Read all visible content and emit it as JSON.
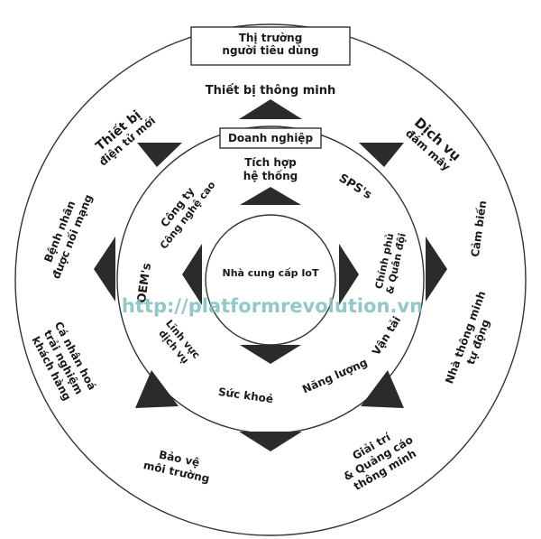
{
  "center": {
    "label": "Nhà cung cấp IoT"
  },
  "middle_ring": {
    "top_tab": "Doanh nghiệp",
    "items": [
      {
        "id": "tich-hop",
        "line1": "Tích hợp",
        "line2": "hệ thống"
      },
      {
        "id": "sps",
        "line1": "SPS's",
        "line2": ""
      },
      {
        "id": "chinh-phu",
        "line1": "Chính phủ",
        "line2": "& Quân đội"
      },
      {
        "id": "van-tai",
        "line1": "Vận tải",
        "line2": ""
      },
      {
        "id": "nang-luong",
        "line1": "Năng lượng",
        "line2": ""
      },
      {
        "id": "suc-khoe",
        "line1": "Sức khoẻ",
        "line2": ""
      },
      {
        "id": "linh-vuc",
        "line1": "Lĩnh vực",
        "line2": "dịch vụ"
      },
      {
        "id": "oems",
        "line1": "OEM's",
        "line2": ""
      },
      {
        "id": "cong-ty",
        "line1": "Công ty",
        "line2": "Công nghệ cao"
      }
    ]
  },
  "outer_ring": {
    "top_tab": {
      "line1": "Thị trường",
      "line2": "người tiêu dùng"
    },
    "items": [
      {
        "id": "thiet-bi-thong-minh",
        "line1": "Thiết bị thông minh",
        "line2": "",
        "line3": ""
      },
      {
        "id": "dich-vu-dam-may",
        "line1": "Dịch vụ",
        "line2": "đám mây",
        "line3": ""
      },
      {
        "id": "cam-bien",
        "line1": "Cảm biến",
        "line2": "",
        "line3": ""
      },
      {
        "id": "nha-thong-minh",
        "line1": "Nhà thông minh",
        "line2": "tự động",
        "line3": ""
      },
      {
        "id": "giai-tri",
        "line1": "Giải trí",
        "line2": "& Quảng cáo",
        "line3": "thông minh"
      },
      {
        "id": "bao-ve",
        "line1": "Bảo vệ",
        "line2": "môi trường",
        "line3": ""
      },
      {
        "id": "ca-nhan-hoa",
        "line1": "Cá nhân hoá",
        "line2": "trải nghiệm",
        "line3": "khách hàng"
      },
      {
        "id": "benh-nhan",
        "line1": "Bệnh nhân",
        "line2": "được nối mạng",
        "line3": ""
      },
      {
        "id": "thiet-bi-dien-tu",
        "line1": "Thiết bị",
        "line2": "điện tử mới",
        "line3": ""
      }
    ]
  },
  "watermark": "http://platformrevolution.vn",
  "colors": {
    "ring_stroke": "#333333",
    "arrow_fill": "#2b2b2b",
    "watermark": "#7fbfbe"
  }
}
